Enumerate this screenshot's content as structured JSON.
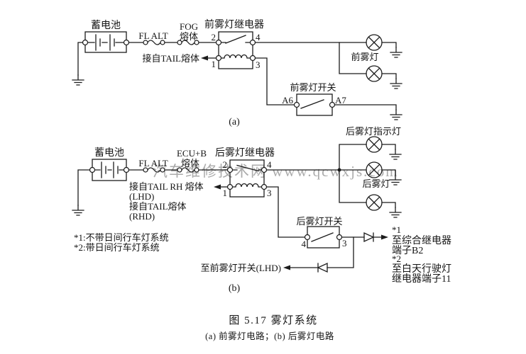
{
  "watermark": "汽车维修技术网 www.qcwxjs.com",
  "caption": {
    "title": "图 5.17  雾灯系统",
    "subtitle": "(a) 前雾灯电路；(b) 后雾灯电路"
  },
  "colors": {
    "line": "#1c1c1c",
    "text": "#151515",
    "watermark": "#ababab",
    "background": "#ffffff"
  },
  "circuit_a": {
    "sublabel": "(a)",
    "battery": "蓄电池",
    "fusible_link": "FL ALT",
    "fuse_line1": "FOG",
    "fuse_line2": "熔体",
    "relay": "前雾灯继电器",
    "relay_terminal_2": "2",
    "relay_terminal_4": "4",
    "relay_terminal_1": "1",
    "relay_terminal_3": "3",
    "from_tail_fuse": "接自TAIL熔体",
    "lamps": "前雾灯",
    "switch": "前雾灯开关",
    "switch_terminal_left": "A6",
    "switch_terminal_right": "A7"
  },
  "circuit_b": {
    "sublabel": "(b)",
    "battery": "蓄电池",
    "fusible_link": "FL ALT",
    "fuse_line1": "ECU+B",
    "fuse_line2": "熔体",
    "relay": "后雾灯继电器",
    "relay_terminal_2": "2",
    "relay_terminal_4": "4",
    "relay_terminal_1": "1",
    "relay_terminal_3": "3",
    "from_tail_rh_fuse": "接自TAIL RH 熔体",
    "from_tail_rh_variant": "(LHD)",
    "from_tail_fuse": "接自TAIL熔体",
    "from_tail_variant": "(RHD)",
    "indicator_lamp": "后雾灯指示灯",
    "lamps": "后雾灯",
    "switch": "后雾灯开关",
    "switch_terminal_left": "4",
    "switch_terminal_right": "3",
    "to_front_fog_switch": "至前雾灯开关(LHD)",
    "note1": "*1:不带日间行车灯系统",
    "note2": "*2:带日间行车灯系统",
    "dest1_star": "*1",
    "dest1_line1": "至综合继电器",
    "dest1_line2": "端子B2",
    "dest2_star": "*2",
    "dest2_line1": "至白天行驶灯",
    "dest2_line2": "继电器端子11"
  }
}
